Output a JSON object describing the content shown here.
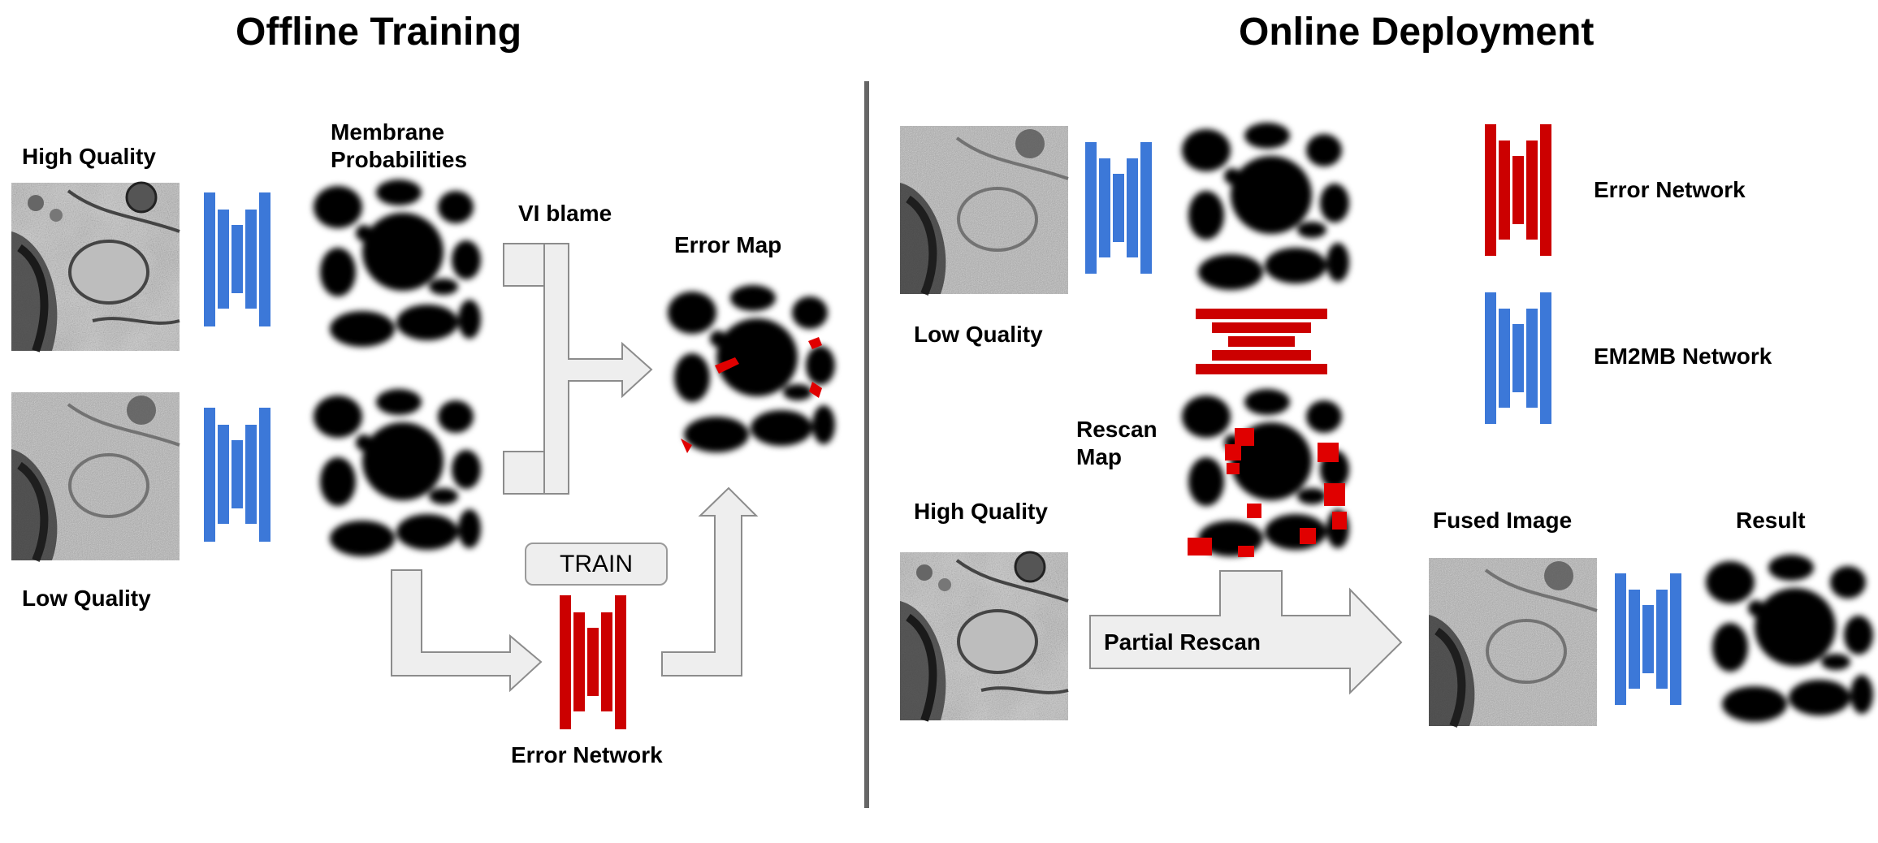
{
  "titles": {
    "offline": "Offline Training",
    "online": "Online Deployment"
  },
  "offline": {
    "high_quality_label": "High Quality",
    "low_quality_label": "Low Quality",
    "membrane_label_line1": "Membrane",
    "membrane_label_line2": "Probabilities",
    "vi_blame_label": "VI blame",
    "error_map_label": "Error Map",
    "train_label": "TRAIN",
    "error_network_label": "Error Network"
  },
  "online": {
    "low_quality_label": "Low Quality",
    "high_quality_label": "High Quality",
    "rescan_label_line1": "Rescan",
    "rescan_label_line2": "Map",
    "partial_rescan_label": "Partial Rescan",
    "fused_image_label": "Fused Image",
    "result_label": "Result"
  },
  "legend": {
    "error_network": "Error Network",
    "em2mb_network": "EM2MB Network"
  },
  "colors": {
    "em2mb_network": "#3c78d8",
    "error_network": "#cc0000",
    "arrow_fill": "#eeeeee",
    "arrow_stroke": "#8c8c8c",
    "divider": "#666666",
    "membrane_dark": "#000000",
    "membrane_light": "#ffffff",
    "em_gray": "#9a9a9a",
    "error_highlight": "#e00000"
  },
  "icons": [
    "em-micrograph",
    "membrane-probability-map",
    "unet-network-icon",
    "error-overlay"
  ]
}
